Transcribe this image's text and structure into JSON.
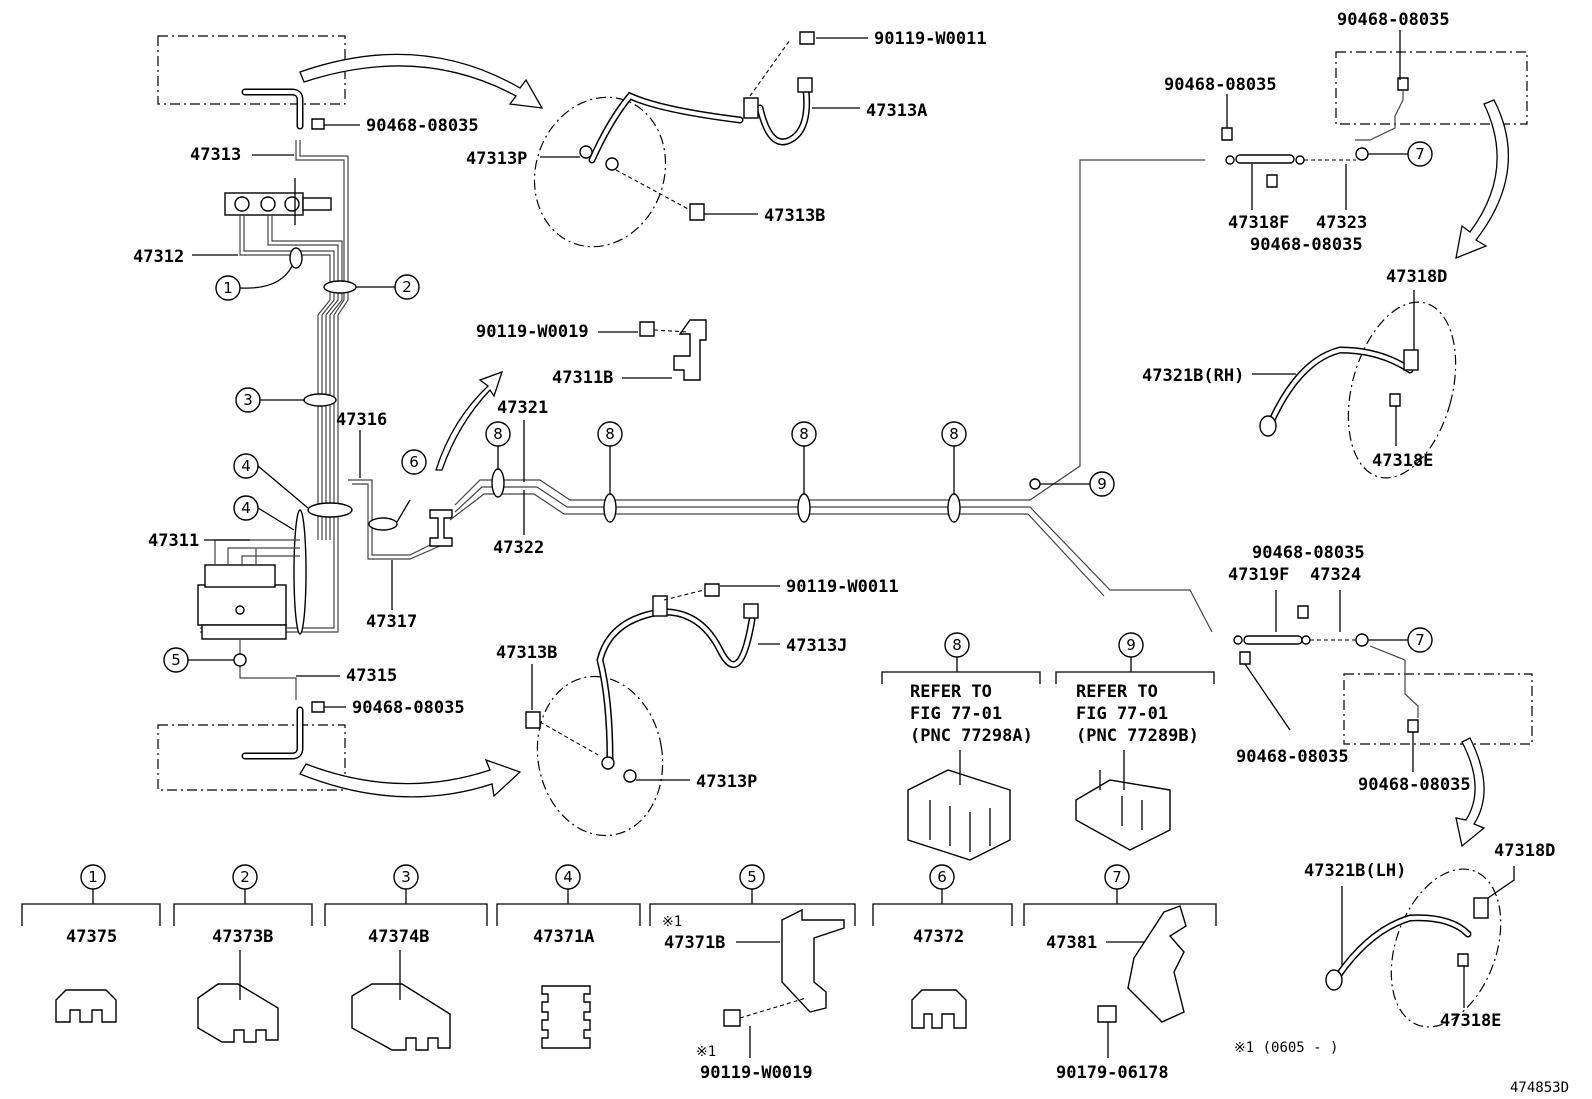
{
  "diagram_id": "474853D",
  "labels": {
    "p47313": "47313",
    "p90468_top_left": "90468-08035",
    "p47312": "47312",
    "p47316": "47316",
    "p47311": "47311",
    "p47317": "47317",
    "p47315": "47315",
    "p90468_lower_left": "90468-08035",
    "p90119_w0011_top": "90119-W0011",
    "p47313A": "47313A",
    "p47313P_top": "47313P",
    "p47313B_top": "47313B",
    "p90119_w0019": "90119-W0019",
    "p47311B": "47311B",
    "p47321": "47321",
    "p47322": "47322",
    "p90119_w0011_mid": "90119-W0011",
    "p47313J": "47313J",
    "p47313B_mid": "47313B",
    "p47313P_mid": "47313P",
    "p90468_r1": "90468-08035",
    "p90468_r2": "90468-08035",
    "p47318F": "47318F",
    "p47323": "47323",
    "p90468_r3": "90468-08035",
    "p47318D_top": "47318D",
    "p47321B_RH": "47321B(RH)",
    "p47318E_top": "47318E",
    "p90468_r4": "90468-08035",
    "p47319F": "47319F",
    "p47324": "47324",
    "p90468_r5": "90468-08035",
    "p90468_r6": "90468-08035",
    "p47321B_LH": "47321B(LH)",
    "p47318D_bot": "47318D",
    "p47318E_bot": "47318E"
  },
  "callouts": [
    "1",
    "2",
    "3",
    "4",
    "4",
    "5",
    "6",
    "8",
    "8",
    "8",
    "8",
    "9",
    "7",
    "7"
  ],
  "refer_boxes": [
    {
      "num": "8",
      "line1": "REFER TO",
      "line2": "FIG 77-01",
      "line3": "(PNC 77298A)"
    },
    {
      "num": "9",
      "line1": "REFER TO",
      "line2": "FIG 77-01",
      "line3": "(PNC 77289B)"
    }
  ],
  "legend": [
    {
      "num": "1",
      "part": "47375"
    },
    {
      "num": "2",
      "part": "47373B"
    },
    {
      "num": "3",
      "part": "47374B"
    },
    {
      "num": "4",
      "part": "47371A"
    },
    {
      "num": "5",
      "part": "47371B",
      "note_mark": "※1",
      "bolt": "90119-W0019",
      "bolt_mark": "※1"
    },
    {
      "num": "6",
      "part": "47372"
    },
    {
      "num": "7",
      "part": "47381",
      "bolt": "90179-06178"
    }
  ],
  "footnote": "※1 (0605 -      )"
}
